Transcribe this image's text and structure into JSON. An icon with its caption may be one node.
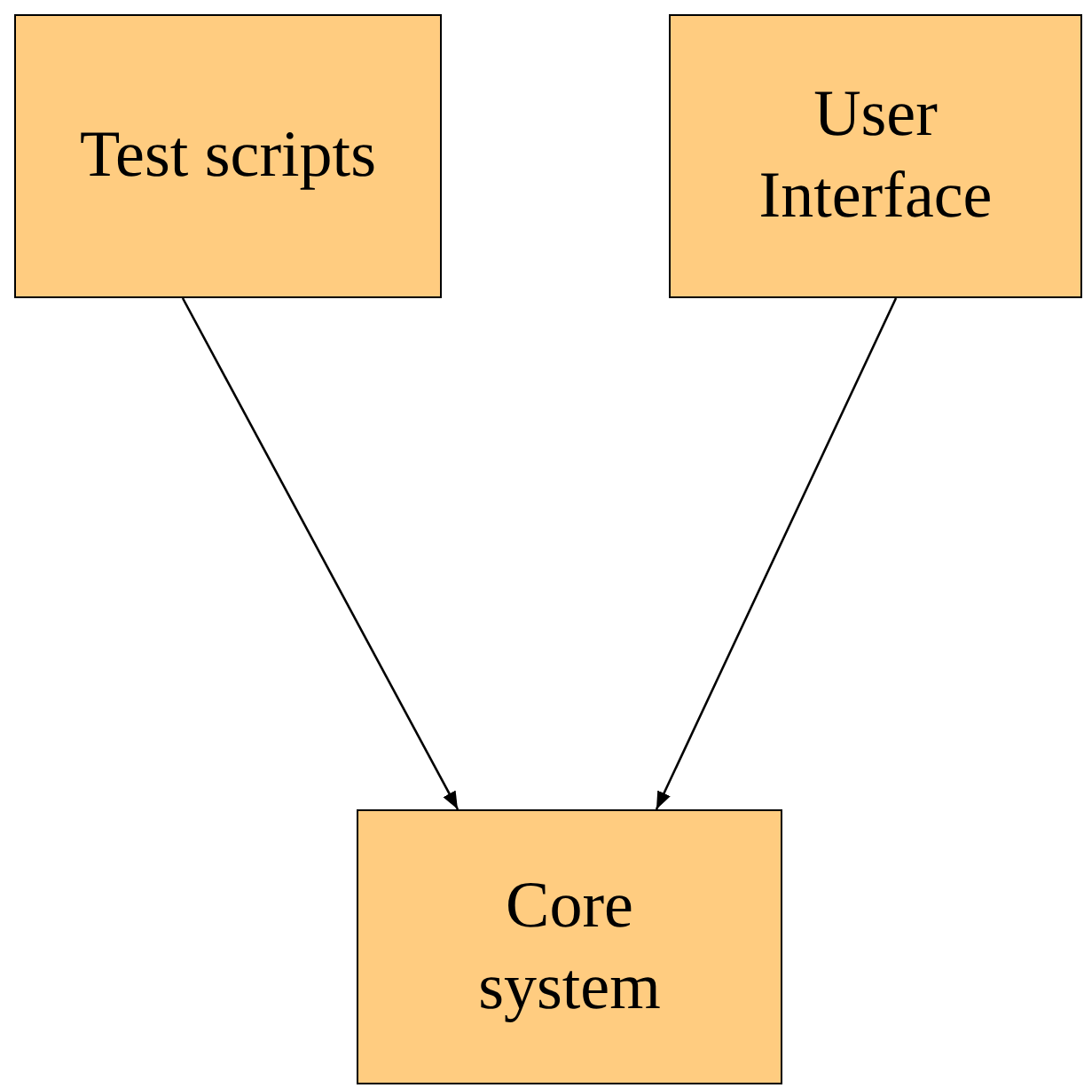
{
  "diagram": {
    "nodes": [
      {
        "text": [
          "Test scripts"
        ]
      },
      {
        "text": [
          "User Interface"
        ]
      },
      {
        "text": [
          "Core system"
        ]
      }
    ],
    "edges": [
      {
        "from": 0,
        "to": 2,
        "arrow": "to"
      },
      {
        "from": 1,
        "to": 2,
        "arrow": "to"
      }
    ]
  }
}
